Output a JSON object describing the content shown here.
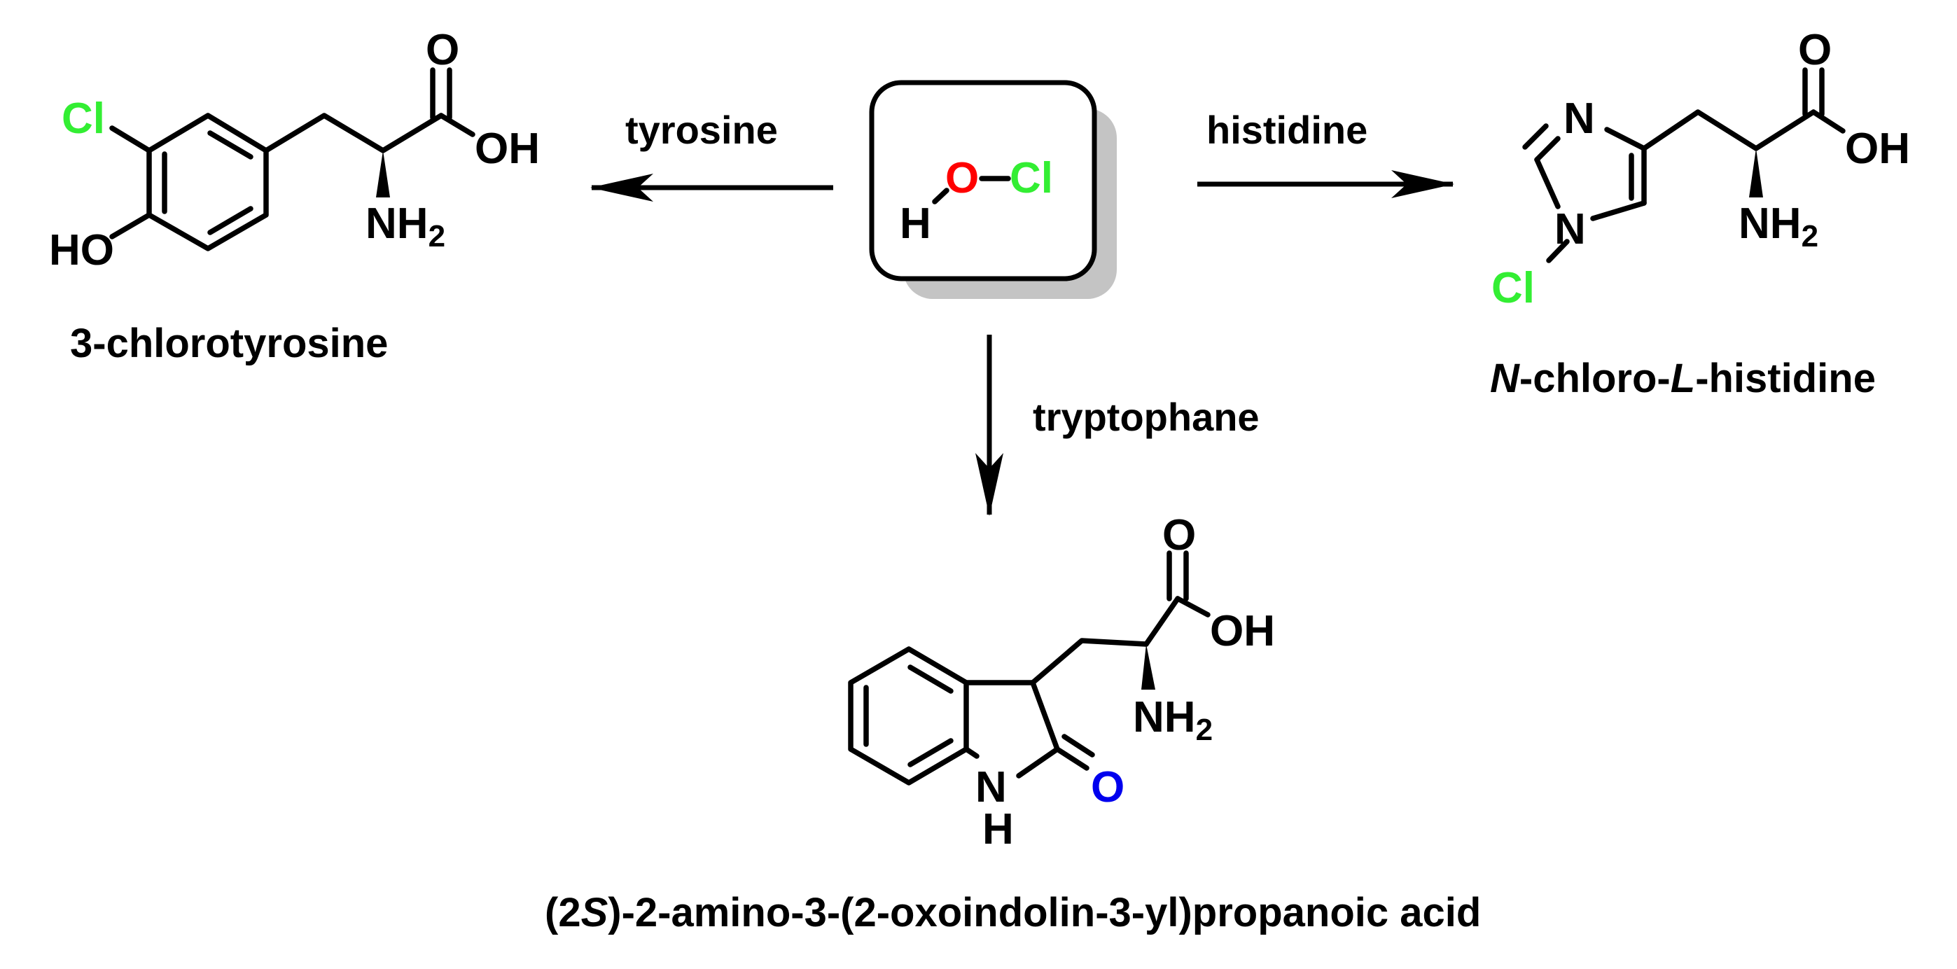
{
  "colors": {
    "chlorine": "#33ee33",
    "oxygen_red": "#ff0000",
    "oxygen_blue": "#0000ee",
    "bond": "#000000",
    "box_shadow": "#c4c4c4"
  },
  "reagent": {
    "H": "H",
    "O": "O",
    "Cl": "Cl"
  },
  "reactions": {
    "left": {
      "label": "tyrosine"
    },
    "right": {
      "label": "histidine"
    },
    "down": {
      "label": "tryptophane"
    }
  },
  "products": {
    "chlorotyrosine": {
      "name": "3-chlorotyrosine",
      "atoms": {
        "Cl": "Cl",
        "HO": "HO",
        "O": "O",
        "OH": "OH",
        "NH": "NH",
        "sub2": "2"
      }
    },
    "chlorohistidine": {
      "name_prefix": "N",
      "name_mid": "-chloro-",
      "name_l": "L",
      "name_suffix": "-histidine",
      "atoms": {
        "N_ring": "N",
        "N1": "N",
        "Cl": "Cl",
        "O": "O",
        "OH": "OH",
        "NH": "NH",
        "sub2": "2"
      }
    },
    "oxindole": {
      "name_a": "(2",
      "name_s": "S",
      "name_b": ")-2-amino-3-(2-oxoindolin-3-yl)propanoic acid",
      "atoms": {
        "O_carbonyl": "O",
        "O": "O",
        "OH": "OH",
        "NH": "NH",
        "sub2": "2",
        "N_lactam": "N",
        "H_lactam": "H"
      }
    }
  }
}
